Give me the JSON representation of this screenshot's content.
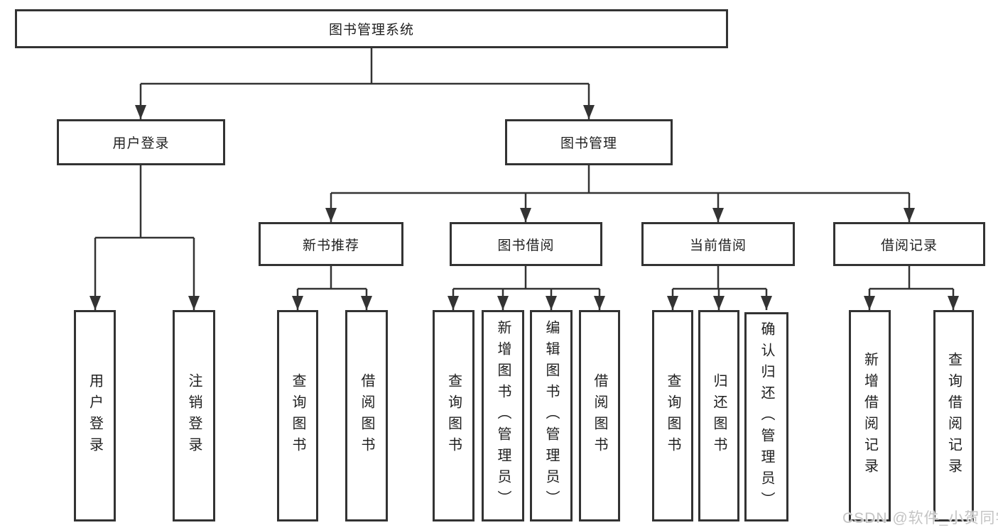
{
  "colors": {
    "line": "#333333",
    "box_border": "#333333",
    "text": "#1f1f1f",
    "background": "#ffffff",
    "watermark": "#c4c4c4"
  },
  "watermark": "CSDN @软件_小贺同学",
  "tree": {
    "root": {
      "label": "图书管理系统"
    },
    "children": [
      {
        "label": "用户登录",
        "children": [
          {
            "label": "用户登录"
          },
          {
            "label": "注销登录"
          }
        ]
      },
      {
        "label": "图书管理",
        "children": [
          {
            "label": "新书推荐",
            "children": [
              {
                "label": "查询图书"
              },
              {
                "label": "借阅图书"
              }
            ]
          },
          {
            "label": "图书借阅",
            "children": [
              {
                "label": "查询图书"
              },
              {
                "label": "新增图书（管理员）"
              },
              {
                "label": "编辑图书（管理员）"
              },
              {
                "label": "借阅图书"
              }
            ]
          },
          {
            "label": "当前借阅",
            "children": [
              {
                "label": "查询图书"
              },
              {
                "label": "归还图书"
              },
              {
                "label": "确认归还（管理员）"
              }
            ]
          },
          {
            "label": "借阅记录",
            "children": [
              {
                "label": "新增借阅记录"
              },
              {
                "label": "查询借阅记录"
              }
            ]
          }
        ]
      }
    ]
  }
}
